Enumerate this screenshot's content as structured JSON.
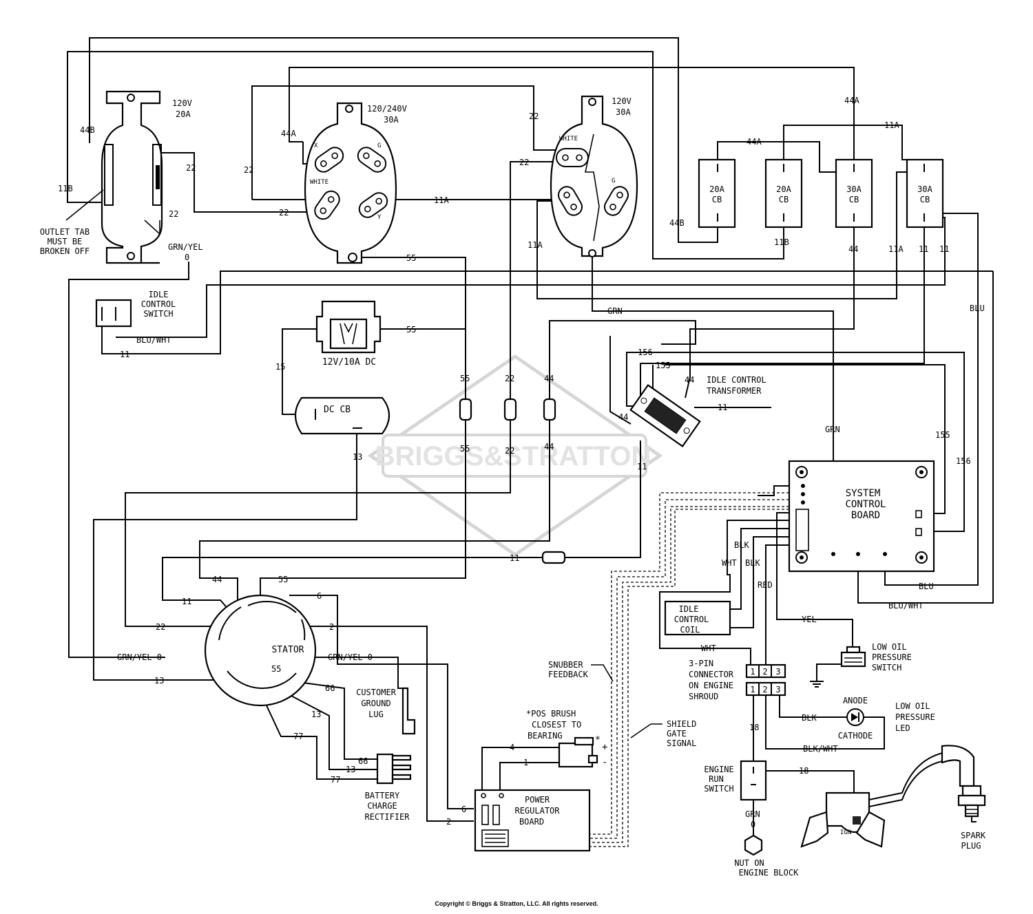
{
  "watermark": "BRIGGS&STRATTON",
  "copyright": "Copyright © Briggs & Stratton, LLC. All rights reserved.",
  "components": {
    "outlet_120v_20a": {
      "line1": "120V",
      "line2": "20A"
    },
    "outlet_tab_note": [
      "OUTLET TAB",
      "MUST BE",
      "BROKEN OFF"
    ],
    "outlet_120_240v_30a": {
      "line1": "120/240V",
      "line2": "30A",
      "term_x": "X",
      "term_g": "G",
      "term_white": "WHITE",
      "term_y": "Y"
    },
    "outlet_120v_30a": {
      "line1": "120V",
      "line2": "30A",
      "term_white": "WHITE",
      "term_g": "G"
    },
    "breakers": [
      {
        "amps": "20A",
        "cb": "CB"
      },
      {
        "amps": "20A",
        "cb": "CB"
      },
      {
        "amps": "30A",
        "cb": "CB"
      },
      {
        "amps": "30A",
        "cb": "CB"
      }
    ],
    "idle_control_switch": [
      "IDLE",
      "CONTROL",
      "SWITCH"
    ],
    "dc_outlet": "12V/10A DC",
    "dc_cb": "DC CB",
    "idle_control_transformer": [
      "IDLE CONTROL",
      "TRANSFORMER"
    ],
    "system_control_board": [
      "SYSTEM",
      "CONTROL",
      "BOARD"
    ],
    "stator": "STATOR",
    "customer_ground_lug": [
      "CUSTOMER",
      "GROUND",
      "LUG"
    ],
    "battery_charge_rectifier": [
      "BATTERY",
      "CHARGE",
      "RECTIFIER"
    ],
    "pos_brush_note": [
      "*POS  BRUSH",
      "CLOSEST TO",
      "BEARING"
    ],
    "brush_star": "*",
    "brush_plus": "+",
    "brush_minus": "-",
    "power_regulator_board": [
      "POWER",
      "REGULATOR",
      "BOARD"
    ],
    "snubber_feedback": [
      "SNUBBER",
      "FEEDBACK"
    ],
    "shield_gate_signal": [
      "SHIELD",
      "GATE",
      "SIGNAL"
    ],
    "idle_control_coil": [
      "IDLE",
      "CONTROL",
      "COIL"
    ],
    "low_oil_pressure_switch": [
      "LOW OIL",
      "PRESSURE",
      "SWITCH"
    ],
    "connector_3pin": [
      "3-PIN",
      "CONNECTOR",
      "ON ENGINE",
      "SHROUD"
    ],
    "pin_labels": [
      "1",
      "2",
      "3"
    ],
    "anode": "ANODE",
    "cathode": "CATHODE",
    "low_oil_pressure_led": [
      "LOW OIL",
      "PRESSURE",
      "LED"
    ],
    "engine_run_switch": [
      "ENGINE",
      "RUN",
      "SWITCH"
    ],
    "ign": "IGN",
    "spark_plug": [
      "SPARK",
      "PLUG"
    ],
    "nut_on_engine_block": [
      "NUT ON",
      "ENGINE BLOCK"
    ]
  },
  "wire_labels": {
    "w44b": "44B",
    "w11b": "11B",
    "w22": "22",
    "w22b": "22",
    "w22c": "22",
    "w22d": "22",
    "w22e": "22",
    "w22f": "22",
    "w44a": "44A",
    "w44a_cb": "44A",
    "w44a_top": "44A",
    "w11a_top": "11A",
    "w11a_mid": "11A",
    "w11a_left": "11A",
    "w11a_right": "11A",
    "w44b_cb": "44B",
    "w11b_cb": "11B",
    "w44_cb": "44",
    "w11_cb1": "11",
    "w11_cb2": "11",
    "grn_yel_outlet": "GRN/YEL",
    "zero_outlet": "0",
    "w55_outlet": "55",
    "w55_dc": "55",
    "w15": "15",
    "w13_dc": "13",
    "blu_wht_sw": "BLU/WHT",
    "w11_sw": "11",
    "grn_outlet": "GRN",
    "grn_scb": "GRN",
    "w156": "156",
    "w155": "155",
    "w44_xfmr": "44",
    "w44_xfmr2": "44",
    "w11_xfmr": "11",
    "w11_xfmr_down": "11",
    "w55_conn_top": "55",
    "w22_conn_top": "22",
    "w44_conn_top": "44",
    "w55_conn_bot": "55",
    "w22_conn_bot": "22",
    "w44_conn_bot": "44",
    "w155_r": "155",
    "w156_r": "156",
    "blu_r": "BLU",
    "blu_bot": "BLU",
    "blu_wht_bot": "BLU/WHT",
    "w11_conn": "11",
    "st_44": "44",
    "st_55": "55",
    "st_11": "11",
    "st_6": "6",
    "st_22": "22",
    "st_2": "2",
    "st_grn_yel_l": "GRN/YEL 0",
    "st_grn_yel_r": "GRN/YEL 0",
    "st_13": "13",
    "st_55b": "55",
    "st_66": "66",
    "st_13b": "13",
    "st_77": "77",
    "rect_66": "66",
    "rect_13": "13",
    "rect_77": "77",
    "w4": "4",
    "w1": "1",
    "w6": "6",
    "w2": "2",
    "blk1": "BLK",
    "wht1": "WHT",
    "blk2": "BLK",
    "red": "RED",
    "yel": "YEL",
    "wht2": "WHT",
    "blk_led": "BLK",
    "blk_wht": "BLK/WHT",
    "w18": "18",
    "w18b": "18",
    "grn_nut": "GRN",
    "zero_nut": "0"
  }
}
